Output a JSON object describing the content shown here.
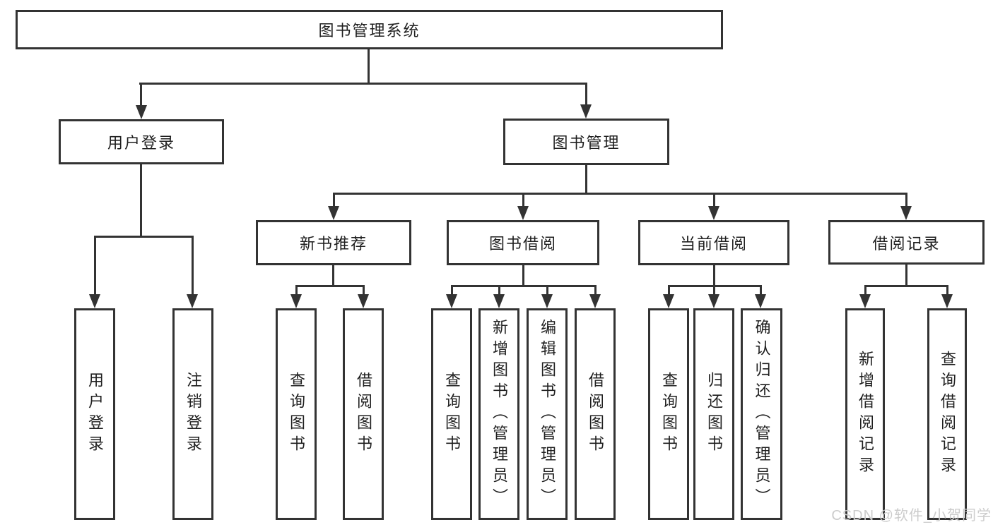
{
  "colors": {
    "line": "#333333",
    "text": "#1f1f1f",
    "watermark": "#cccccc",
    "background": "#ffffff"
  },
  "tree": {
    "root": {
      "label": "图书管理系统"
    },
    "level1": [
      {
        "label": "用户登录"
      },
      {
        "label": "图书管理"
      }
    ],
    "level2": [
      {
        "label": "新书推荐"
      },
      {
        "label": "图书借阅"
      },
      {
        "label": "当前借阅"
      },
      {
        "label": "借阅记录"
      }
    ],
    "leaves": {
      "login": [
        {
          "label": "用户登录"
        },
        {
          "label": "注销登录"
        }
      ],
      "recommend": [
        {
          "label": "查询图书"
        },
        {
          "label": "借阅图书"
        }
      ],
      "borrow": [
        {
          "label": "查询图书"
        },
        {
          "label": "新增图书（管理员）"
        },
        {
          "label": "编辑图书（管理员）"
        },
        {
          "label": "借阅图书"
        }
      ],
      "current": [
        {
          "label": "查询图书"
        },
        {
          "label": "归还图书"
        },
        {
          "label": "确认归还（管理员）"
        }
      ],
      "records": [
        {
          "label": "新增借阅记录"
        },
        {
          "label": "查询借阅记录"
        }
      ]
    }
  },
  "watermark": {
    "text": "CSDN @软件_小贺同学"
  }
}
